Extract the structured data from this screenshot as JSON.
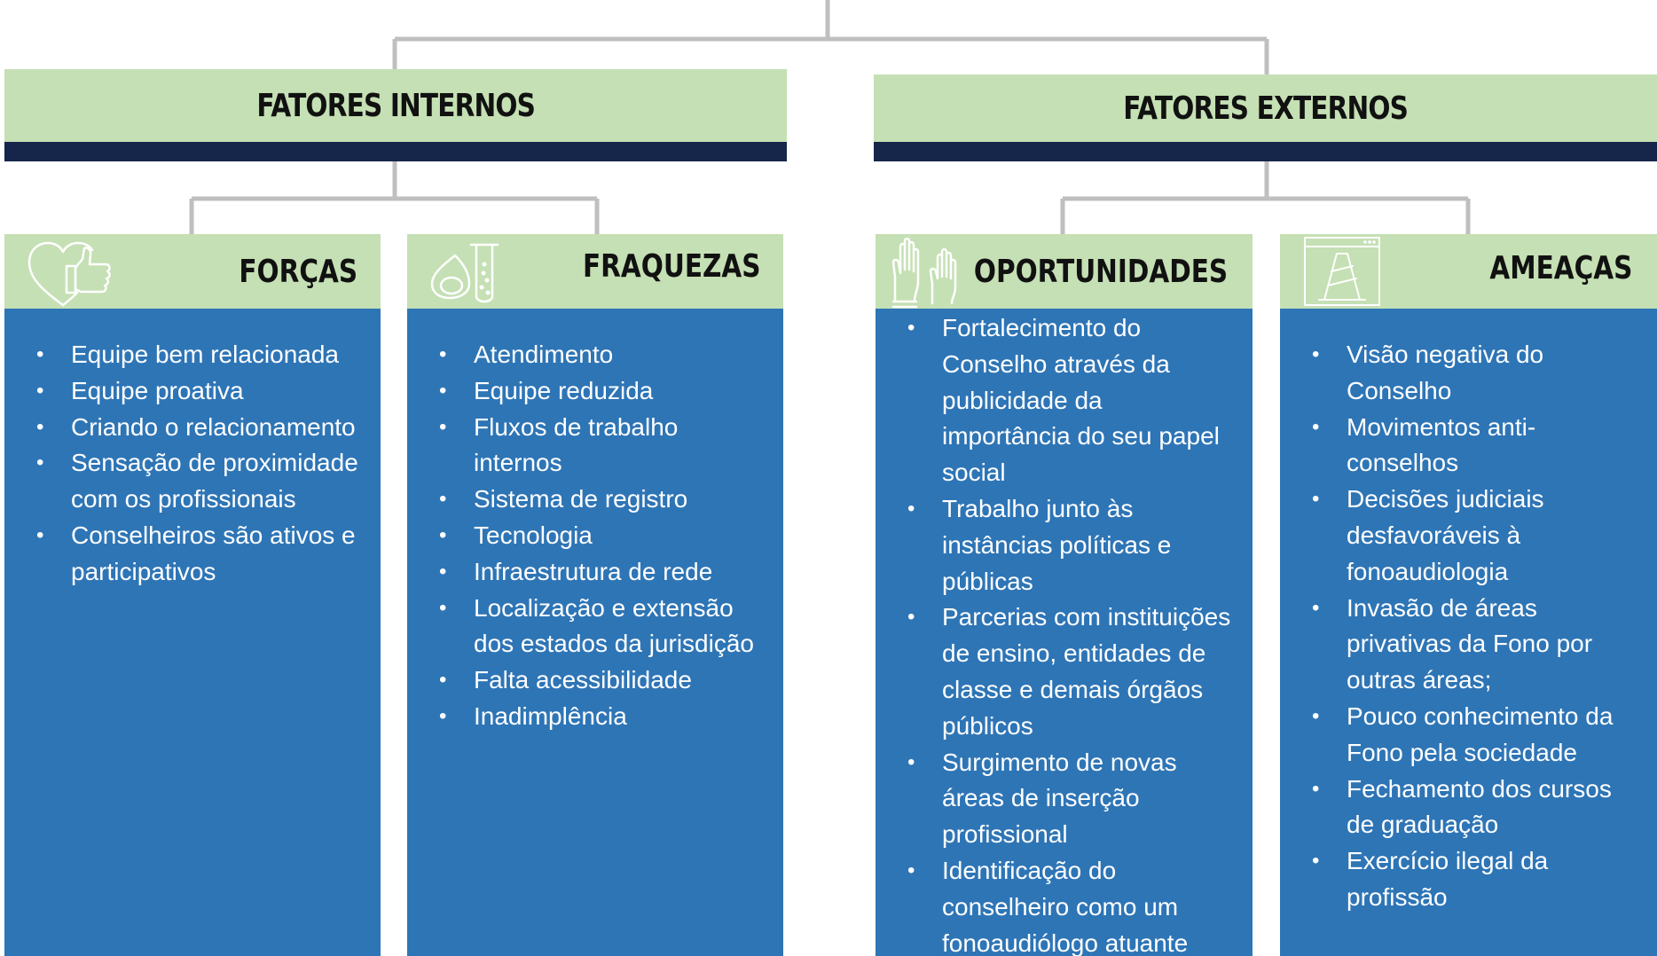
{
  "groups": {
    "internal": {
      "title": "FATORES INTERNOS"
    },
    "external": {
      "title": "FATORES EXTERNOS"
    }
  },
  "columns": {
    "strengths": {
      "title": "FORÇAS",
      "icon": "heart-thumbs-up-icon",
      "items": [
        "Equipe bem relacionada",
        "Equipe proativa",
        " Criando o relacionamento",
        "Sensação de proximidade com os profissionais",
        "Conselheiros são ativos e participativos"
      ]
    },
    "weaknesses": {
      "title": "FRAQUEZAS",
      "icon": "test-tube-icon",
      "items": [
        "Atendimento",
        "Equipe reduzida",
        "Fluxos de trabalho internos",
        "Sistema de registro",
        "Tecnologia",
        "Infraestrutura de rede",
        "Localização e extensão dos estados da jurisdição",
        "Falta acessibilidade",
        "Inadimplência"
      ]
    },
    "opportunities": {
      "title": "OPORTUNIDADES",
      "icon": "raised-hands-icon",
      "items": [
        "Fortalecimento do Conselho através da publicidade da importância do seu papel social",
        "Trabalho junto às instâncias políticas e públicas",
        "Parcerias com instituições de ensino, entidades de classe e demais órgãos públicos",
        "Surgimento de novas áreas de inserção profissional",
        "Identificação do conselheiro como um fonoaudiólogo atuante"
      ]
    },
    "threats": {
      "title": "AMEAÇAS",
      "icon": "traffic-cone-icon",
      "items": [
        "Visão negativa do Conselho",
        "Movimentos anti-conselhos",
        "Decisões judiciais desfavoráveis à fonoaudiologia",
        "Invasão de áreas privativas da Fono por outras áreas;",
        "Pouco conhecimento da Fono pela sociedade",
        "Fechamento dos cursos de graduação",
        "Exercício ilegal da profissão"
      ]
    }
  },
  "colors": {
    "header_green": "#c5e0b4",
    "header_bar_navy": "#15264a",
    "body_blue": "#2e75b6",
    "connector_gray": "#bfbfbf"
  }
}
